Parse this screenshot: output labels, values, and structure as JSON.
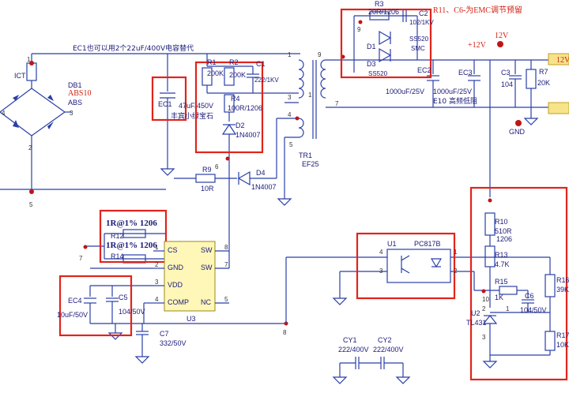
{
  "notes": {
    "emc_note": "R11、C6-为EMC调节预留",
    "ec1_note": "EC1也可以用2个22uF/400V电容替代",
    "ec1_note2": "丰宾小绿宝石",
    "ec2_note": "E10 高频低阻"
  },
  "rails": {
    "v12a": "+12V",
    "v12b": "12V",
    "out12": "12V",
    "gnd": "GND"
  },
  "bridge": {
    "ref": "DB1",
    "part": "ABS10",
    "part2": "ABS",
    "fuse": "ICT",
    "pin1": "1",
    "pin2": "2",
    "pin3": "3",
    "pin4": "4"
  },
  "nets": {
    "n5": "5",
    "n6": "6",
    "n7": "7",
    "n8": "8",
    "n9": "9",
    "n1": "1",
    "n10": "10"
  },
  "ec1": {
    "ref": "EC1",
    "val": "47uF/450V"
  },
  "snubber": {
    "r1": "R1",
    "r1v": "200K",
    "r2": "R2",
    "r2v": "200K",
    "c1": "C1",
    "c1v": "222/1KV",
    "r4": "R4",
    "r4v": "100R/1206",
    "d2": "D2",
    "d2v": "1N4007"
  },
  "transformer": {
    "ref": "TR1",
    "core": "EF25",
    "p1": "1",
    "p3": "3",
    "p4": "4",
    "p5": "5",
    "p9": "9",
    "p7": "7"
  },
  "aux": {
    "r9": "R9",
    "r9v": "10R",
    "d4": "D4",
    "d4v": "1N4007"
  },
  "output": {
    "r3": "R3",
    "r3v": "20R/1206",
    "c2": "C2",
    "c2v": "102/1KV",
    "d1": "D1",
    "d3": "D3",
    "dpart": "SS520",
    "dpart2": "SMC",
    "dpart3": "SS520",
    "ec2": "EC2",
    "ec2v": "1000uF/25V",
    "ec3": "EC3",
    "ec3v": "1000uF/25V",
    "c3": "C3",
    "c3v": "104",
    "r7": "R7",
    "r7v": "20K"
  },
  "sense": {
    "label1": "1R@1% 1206",
    "label2": "1R@1% 1206",
    "r12": "R12",
    "r14": "R14"
  },
  "ic": {
    "ref": "U3",
    "cs": "CS",
    "gnd": "GND",
    "vdd": "VDD",
    "comp": "COMP",
    "sw1": "SW",
    "sw2": "SW",
    "nc": "NC",
    "p1": "1",
    "p2": "2",
    "p3": "3",
    "p4": "4",
    "p5": "5",
    "p6": "6",
    "p7": "7",
    "p8": "8"
  },
  "vdd_caps": {
    "ec4": "EC4",
    "ec4v": "10uF/50V",
    "c5": "C5",
    "c5v": "104/50V",
    "c7": "C7",
    "c7v": "332/50V"
  },
  "opto": {
    "ref": "U1",
    "part": "PC817B",
    "p1": "1",
    "p2": "2",
    "p3": "3",
    "p4": "4"
  },
  "feedback": {
    "r10": "R10",
    "r10v": "510R",
    "r10p": "1206",
    "r13": "R13",
    "r13v": "4.7K",
    "r15": "R15",
    "r15v": "1K",
    "c6": "C6",
    "c6v": "104/50V",
    "r16": "R16",
    "r16v": "39K",
    "r17": "R17",
    "r17v": "10K",
    "u2": "U2",
    "u2p": "TL431",
    "p1": "1",
    "p2": "2",
    "p3": "3"
  },
  "ycaps": {
    "cy1": "CY1",
    "cy1v": "222/400V",
    "cy2": "CY2",
    "cy2v": "222/400V"
  }
}
